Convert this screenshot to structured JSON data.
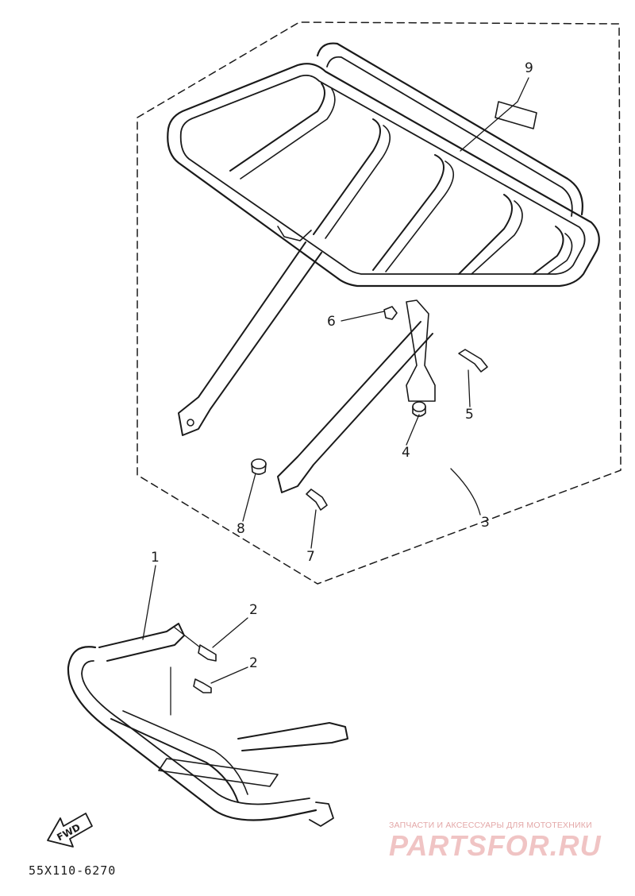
{
  "diagram": {
    "callouts": {
      "c1": "1",
      "c2a": "2",
      "c2b": "2",
      "c3": "3",
      "c4": "4",
      "c5": "5",
      "c6": "6",
      "c7": "7",
      "c8": "8",
      "c9": "9"
    },
    "fwd_arrow_label": "FWD",
    "part_code": "55X110-6270"
  },
  "watermark": {
    "tagline": "ЗАПЧАСТИ И АКСЕССУАРЫ ДЛЯ МОТОТЕХНИКИ",
    "brand": "PARTSFOR.RU"
  },
  "colors": {
    "line": "#1a1a1a",
    "background": "#ffffff",
    "watermark": "#f0c4c4"
  }
}
